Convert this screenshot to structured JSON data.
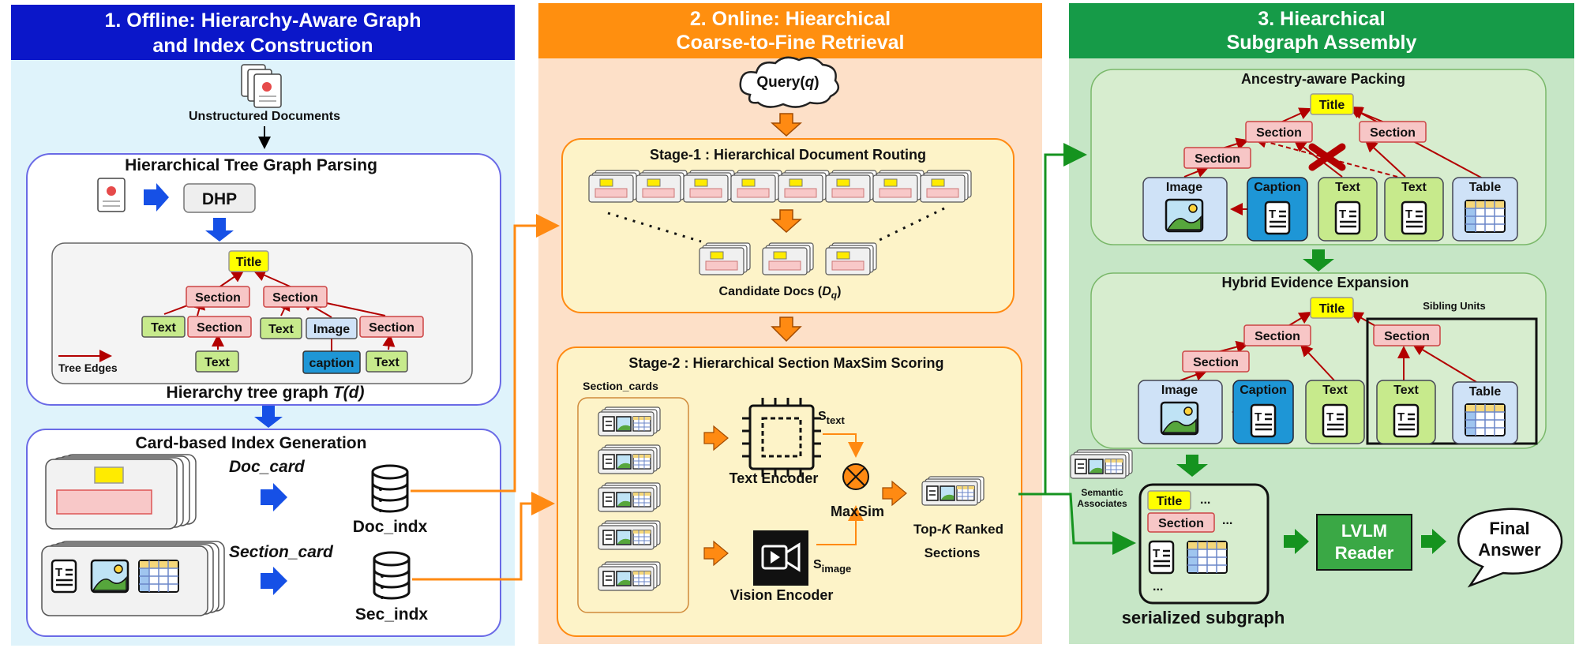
{
  "panel1": {
    "title_line1": "1. Offline: Hierarchy-Aware Graph",
    "title_line2": "and Index Construction",
    "unstructured_docs": "Unstructured Documents",
    "parsing_title": "Hierarchical Tree Graph Parsing",
    "dhp": "DHP",
    "tree": {
      "title": "Title",
      "section": "Section",
      "text": "Text",
      "image": "Image",
      "caption": "caption",
      "tree_edges": "Tree Edges"
    },
    "tree_graph_label": "Hierarchy tree graph",
    "tree_graph_math": "T(d)",
    "index_title": "Card-based Index Generation",
    "doc_card": "Doc_card",
    "doc_indx": "Doc_indx",
    "section_card": "Section_card",
    "sec_indx": "Sec_indx"
  },
  "panel2": {
    "title_line1": "2. Online: Hiearchical",
    "title_line2": "Coarse-to-Fine Retrieval",
    "query_prefix": "Query(",
    "query_var": "q",
    "query_suffix": ")",
    "stage1_title": "Stage-1 : Hierarchical Document Routing",
    "candidate_prefix": "Candidate Docs (",
    "candidate_var": "D",
    "candidate_sub": "q",
    "candidate_suffix": ")",
    "stage2_title": "Stage-2 : Hierarchical Section MaxSim Scoring",
    "section_cards": "Section_cards",
    "text_encoder": "Text Encoder",
    "vision_encoder": "Vision Encoder",
    "s_letter": "S",
    "s_text_sub": "text",
    "s_image_sub": "image",
    "maxsim": "MaxSim",
    "topk_prefix": "Top-",
    "topk_var": "K",
    "topk_suffix": " Ranked",
    "topk_line2": "Sections"
  },
  "panel3": {
    "title_line1": "3. Hiearchical",
    "title_line2": "Subgraph Assembly",
    "packing_title": "Ancestry-aware Packing",
    "expansion_title": "Hybrid Evidence Expansion",
    "title": "Title",
    "section": "Section",
    "image": "Image",
    "caption": "Caption",
    "text": "Text",
    "table": "Table",
    "sibling_units": "Sibling Units",
    "semantic_line1": "Semantic",
    "semantic_line2": "Associates",
    "ellipsis": "...",
    "serialized_subgraph": "serialized subgraph",
    "lvlm_line1": "LVLM",
    "lvlm_line2": "Reader",
    "final_line1": "Final",
    "final_line2": "Answer"
  },
  "colors": {
    "panel1_header": "#0b17c9",
    "panel1_bg": "#dff3fb",
    "panel2_header": "#ff8f0f",
    "panel2_bg": "#fde0c8",
    "panel3_header": "#169b48",
    "panel3_bg": "#c6e6c6",
    "title_node": "#ffff00",
    "section_node": "#f7c6c6",
    "text_node": "#c7ea8c",
    "caption_node": "#1e96d6",
    "image_node": "#cfe2f7",
    "lvlm": "#3aa845",
    "arrow_blue": "#1650e6",
    "arrow_orange": "#ff8a12",
    "arrow_green": "#15931f",
    "edge_red": "#b30000"
  }
}
